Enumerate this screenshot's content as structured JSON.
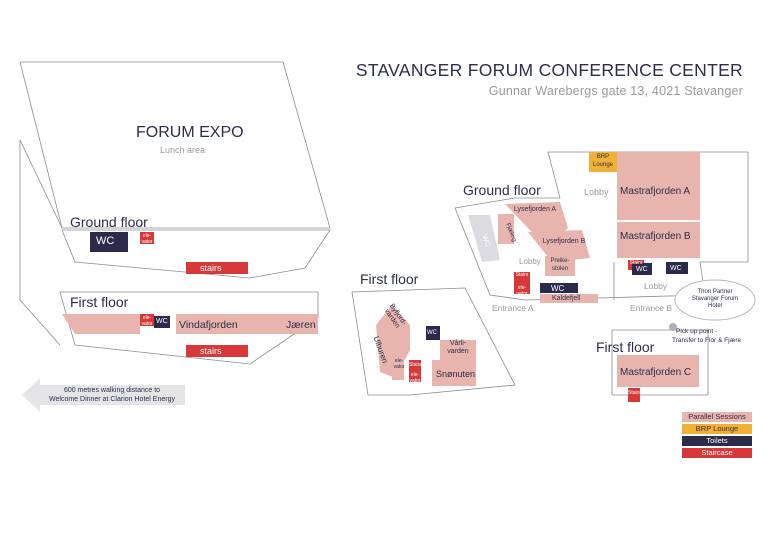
{
  "header": {
    "title": "STAVANGER FORUM CONFERENCE CENTER",
    "address": "Gunnar Warebergs gate 13, 4021 Stavanger"
  },
  "forum_expo": {
    "title": "FORUM EXPO",
    "subtitle": "Lunch area",
    "ground_floor_label": "Ground floor",
    "first_floor_label": "First floor",
    "wc": "WC",
    "elevator": "ele-vator",
    "stairs_1": "stairs",
    "stairs_2": "stairs",
    "elevator_2": "ele-vator",
    "wc_2": "WC",
    "vindafjorden": "Vindafjorden",
    "jaeren": "Jæren"
  },
  "direction": {
    "walk_note_line1": "600 metres walking distance to",
    "walk_note_line2": "Welcome Dinner at Clarion Hotel Energy"
  },
  "middle_building": {
    "first_floor_label": "First floor",
    "byfjordvarden": "Byfjord-varden",
    "ulburen": "Ulburen",
    "wc": "WC",
    "vardvarden": "Vårli-varden",
    "snonuten": "Snønuten",
    "stairs": "Stairs",
    "elevator": "ele-vator",
    "elevator_2": "ele-vator"
  },
  "right_building": {
    "ground_floor_label": "Ground floor",
    "brp_lounge": "BRP Lounge",
    "lobby_1": "Lobby",
    "mastrafjorden_a": "Mastrafjorden A",
    "mastrafjorden_b": "Mastrafjorden B",
    "lysefjorden_a": "Lysefjorden A",
    "lysefjorden_b": "Lysefjorden B",
    "fjaling": "Fjæling",
    "wc_side": "WC",
    "lobby_2": "Lobby",
    "preikestolen": "Preike-stolen",
    "stairs_1": "Stairs",
    "elevator": "ele-vator",
    "wc_kaldefjell": "WC",
    "kaldefjell": "Kaldefjell",
    "entrance_a": "Entrance A",
    "lobby_3": "Lobby",
    "entrance_b": "Entrance B",
    "stairs_2": "Stairs",
    "wc_1": "WC",
    "wc_2": "WC",
    "thon_hotel": "Thon Partner Stavanger Forum Hotel",
    "pickup_line1": "Pick up point -",
    "pickup_line2": "Transfer to Flor & Fjære",
    "first_floor_label": "First floor",
    "mastrafjorden_c": "Mastrafjorden C",
    "stairs_3": "Stairs"
  },
  "legend": {
    "parallel": "Parallel Sessions",
    "brp": "BRP Lounge",
    "toilets": "Toilets",
    "staircase": "Staircase"
  },
  "colors": {
    "room": "#e8b4ae",
    "brp": "#f2b134",
    "toilet": "#2b2a4a",
    "stairs": "#d9383a",
    "outline": "#9a9aa2"
  }
}
